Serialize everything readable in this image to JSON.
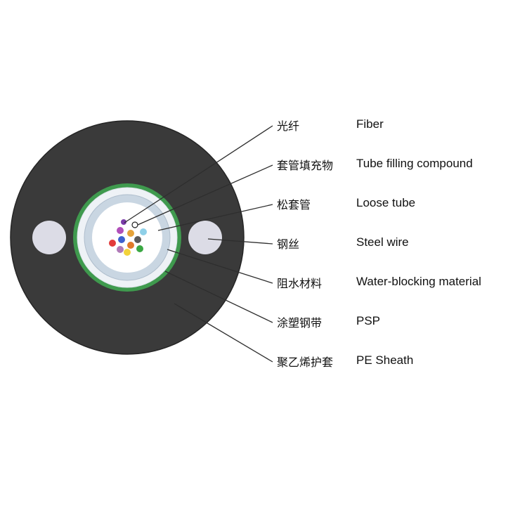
{
  "colors": {
    "sheath": "#3a3a3a",
    "sheath_edge": "#252525",
    "steel_wire": "#dcdce6",
    "psp_band": "#3f9a4e",
    "water_block": "#eef2f6",
    "tube_wall": "#c9d6e2",
    "gel": "#ffffff",
    "leader": "#2e2e2e"
  },
  "fibers": [
    {
      "color": "#b14fb9"
    },
    {
      "color": "#e6a33a"
    },
    {
      "color": "#8fd0e8"
    },
    {
      "color": "#e23b3b"
    },
    {
      "color": "#3d60cf"
    },
    {
      "color": "#5a5a5a"
    },
    {
      "color": "#b07ab8"
    },
    {
      "color": "#e07a2a"
    },
    {
      "color": "#3aa843"
    },
    {
      "color": "#f2d23a"
    },
    {
      "color": "#7a3ba8"
    }
  ],
  "labels": [
    {
      "id": "fiber",
      "zh": "光纤",
      "en": "Fiber"
    },
    {
      "id": "tube-filling-compound",
      "zh": "套管填充物",
      "en": "Tube filling compound"
    },
    {
      "id": "loose-tube",
      "zh": "松套管",
      "en": "Loose tube"
    },
    {
      "id": "steel-wire",
      "zh": "钢丝",
      "en": "Steel wire"
    },
    {
      "id": "water-blocking-material",
      "zh": "阻水材料",
      "en": "Water-blocking material"
    },
    {
      "id": "psp",
      "zh": "涂塑钢带",
      "en": "PSP"
    },
    {
      "id": "pe-sheath",
      "zh": "聚乙烯护套",
      "en": "PE Sheath"
    }
  ]
}
